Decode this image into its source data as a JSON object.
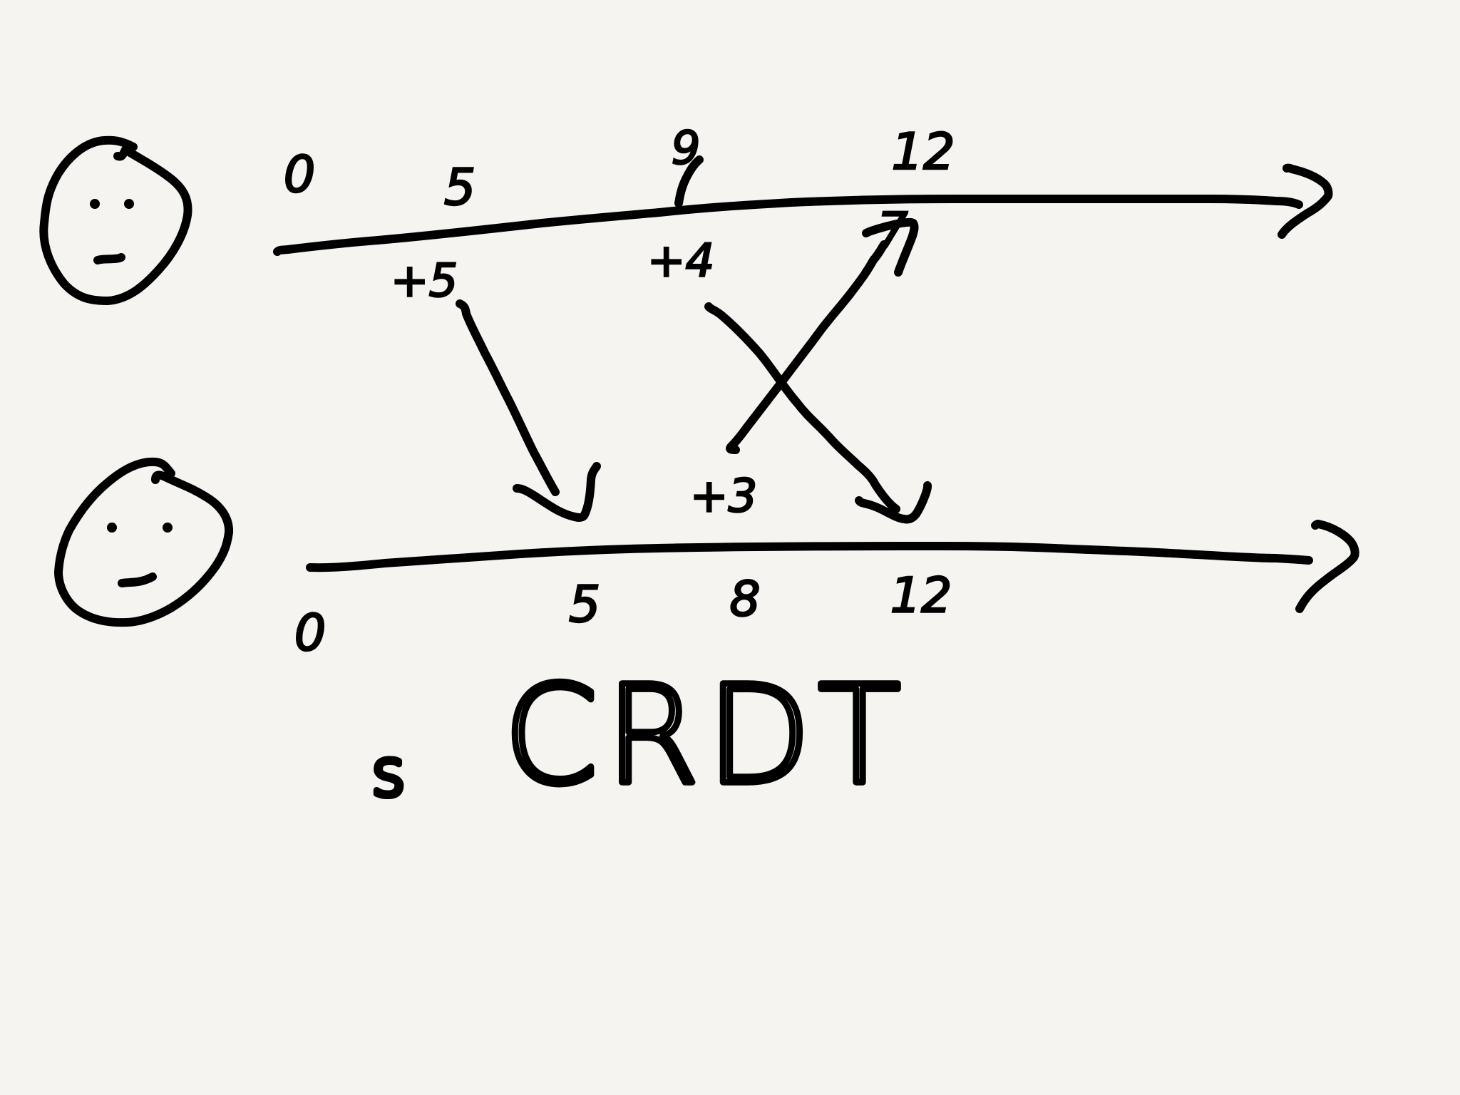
{
  "colors": {
    "background": "#f5f4f0",
    "ink": "#000000"
  },
  "replica_a": {
    "face": "smiling-face",
    "timeline_labels_above": [
      "0",
      "5",
      "9",
      "12"
    ],
    "operation_labels_below": [
      "+5",
      "+4",
      "7"
    ]
  },
  "replica_b": {
    "face": "smirking-face",
    "operation_labels_above": [
      "+3"
    ],
    "timeline_labels_below": [
      "0",
      "5",
      "8",
      "12"
    ]
  },
  "caption": {
    "prefix": "s",
    "title": "CRDT"
  }
}
